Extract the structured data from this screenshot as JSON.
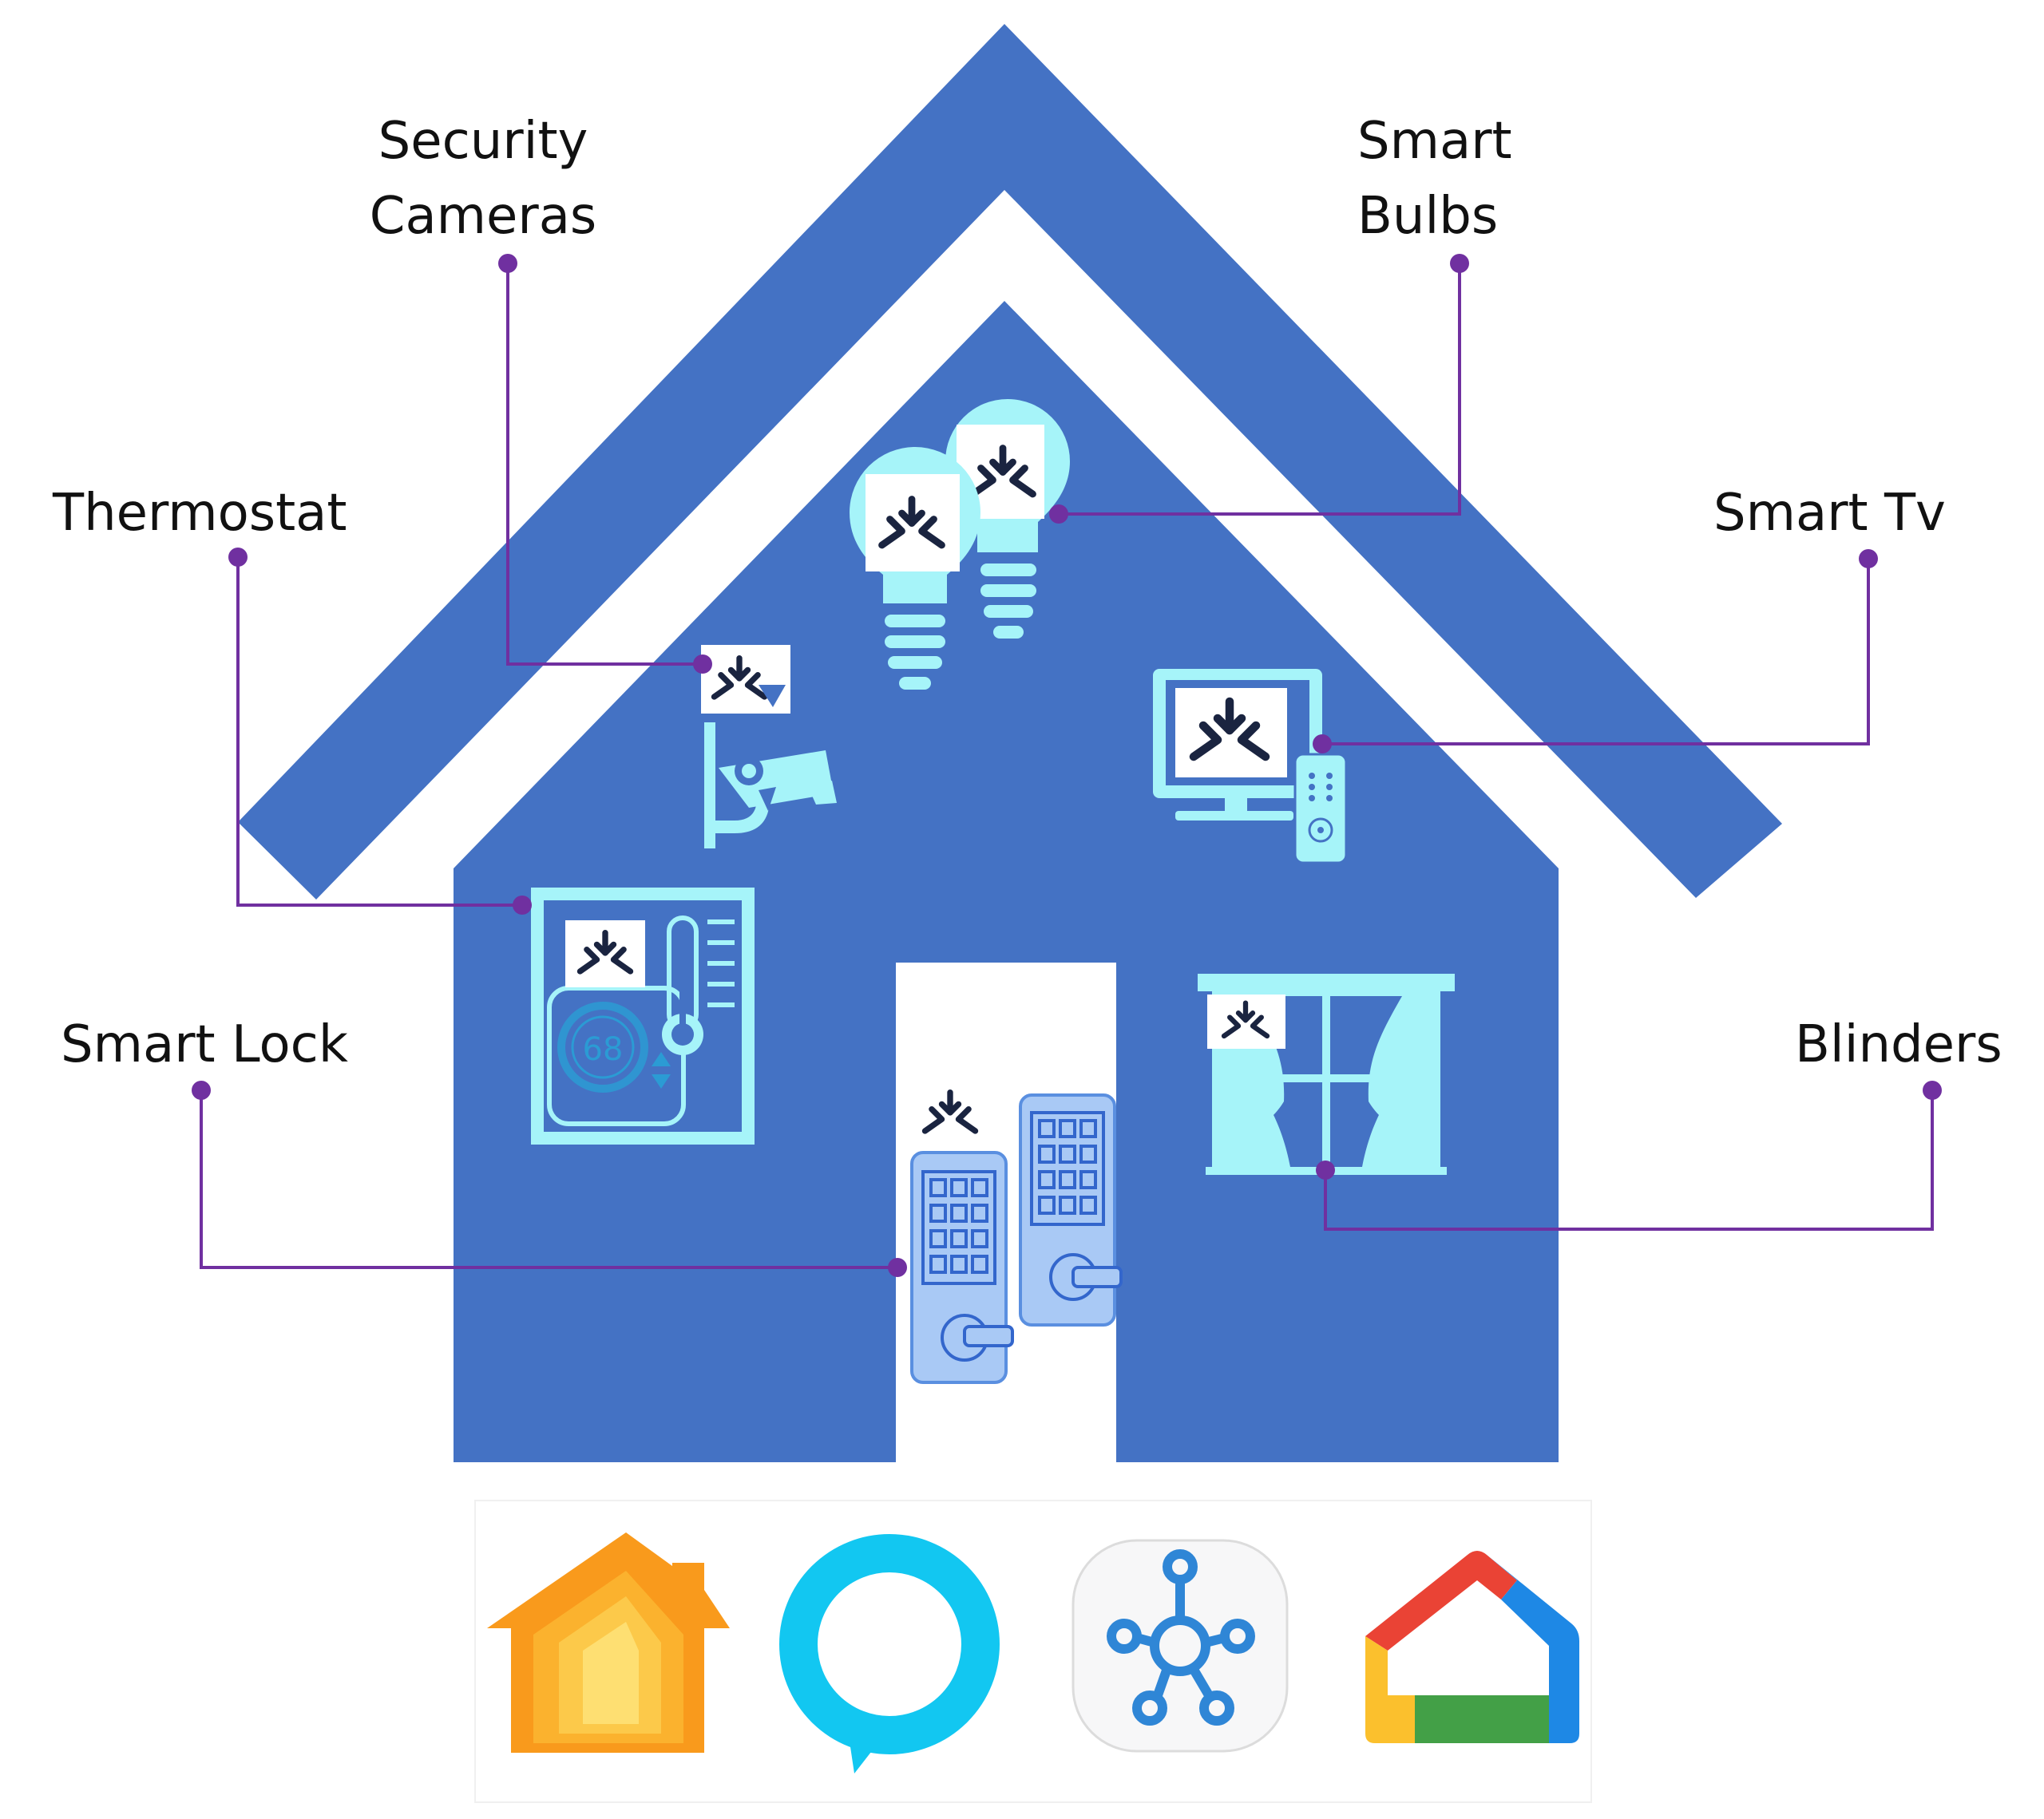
{
  "labels": {
    "security_cameras": [
      "Security",
      "Cameras"
    ],
    "smart_bulbs": [
      "Smart",
      "Bulbs"
    ],
    "thermostat": "Thermostat",
    "smart_tv": "Smart Tv",
    "smart_lock": "Smart Lock",
    "blinders": "Blinders"
  },
  "thermostat_reading": "68",
  "icons": {
    "device_badge": "matter-logo-icon",
    "apps": [
      "apple-home-icon",
      "amazon-alexa-icon",
      "smartthings-icon",
      "google-home-icon"
    ]
  },
  "colors": {
    "house": "#4472C4",
    "device": "#A6F4F9",
    "connector": "#7030A0",
    "lock": "#A9C9F5"
  }
}
